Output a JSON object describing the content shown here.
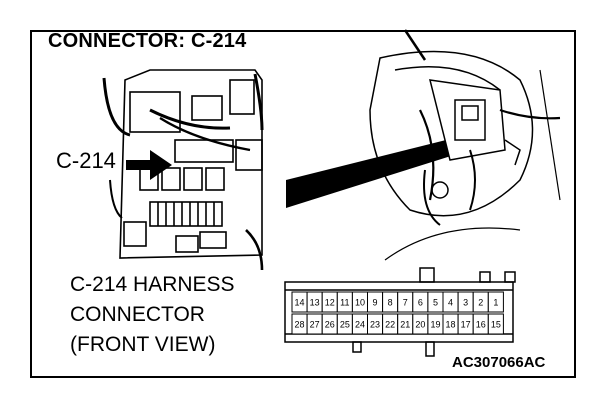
{
  "diagram": {
    "title": "CONNECTOR: C-214",
    "callout_label": "C-214",
    "caption_lines": [
      "C-214 HARNESS",
      "CONNECTOR",
      "(FRONT VIEW)"
    ],
    "figure_code": "AC307066AC"
  },
  "connector_pins": {
    "top_row": [
      "14",
      "13",
      "12",
      "11",
      "10",
      "9",
      "8",
      "7",
      "6",
      "5",
      "4",
      "3",
      "2",
      "1"
    ],
    "bottom_row": [
      "28",
      "27",
      "26",
      "25",
      "24",
      "23",
      "22",
      "21",
      "20",
      "19",
      "18",
      "17",
      "16",
      "15"
    ]
  }
}
